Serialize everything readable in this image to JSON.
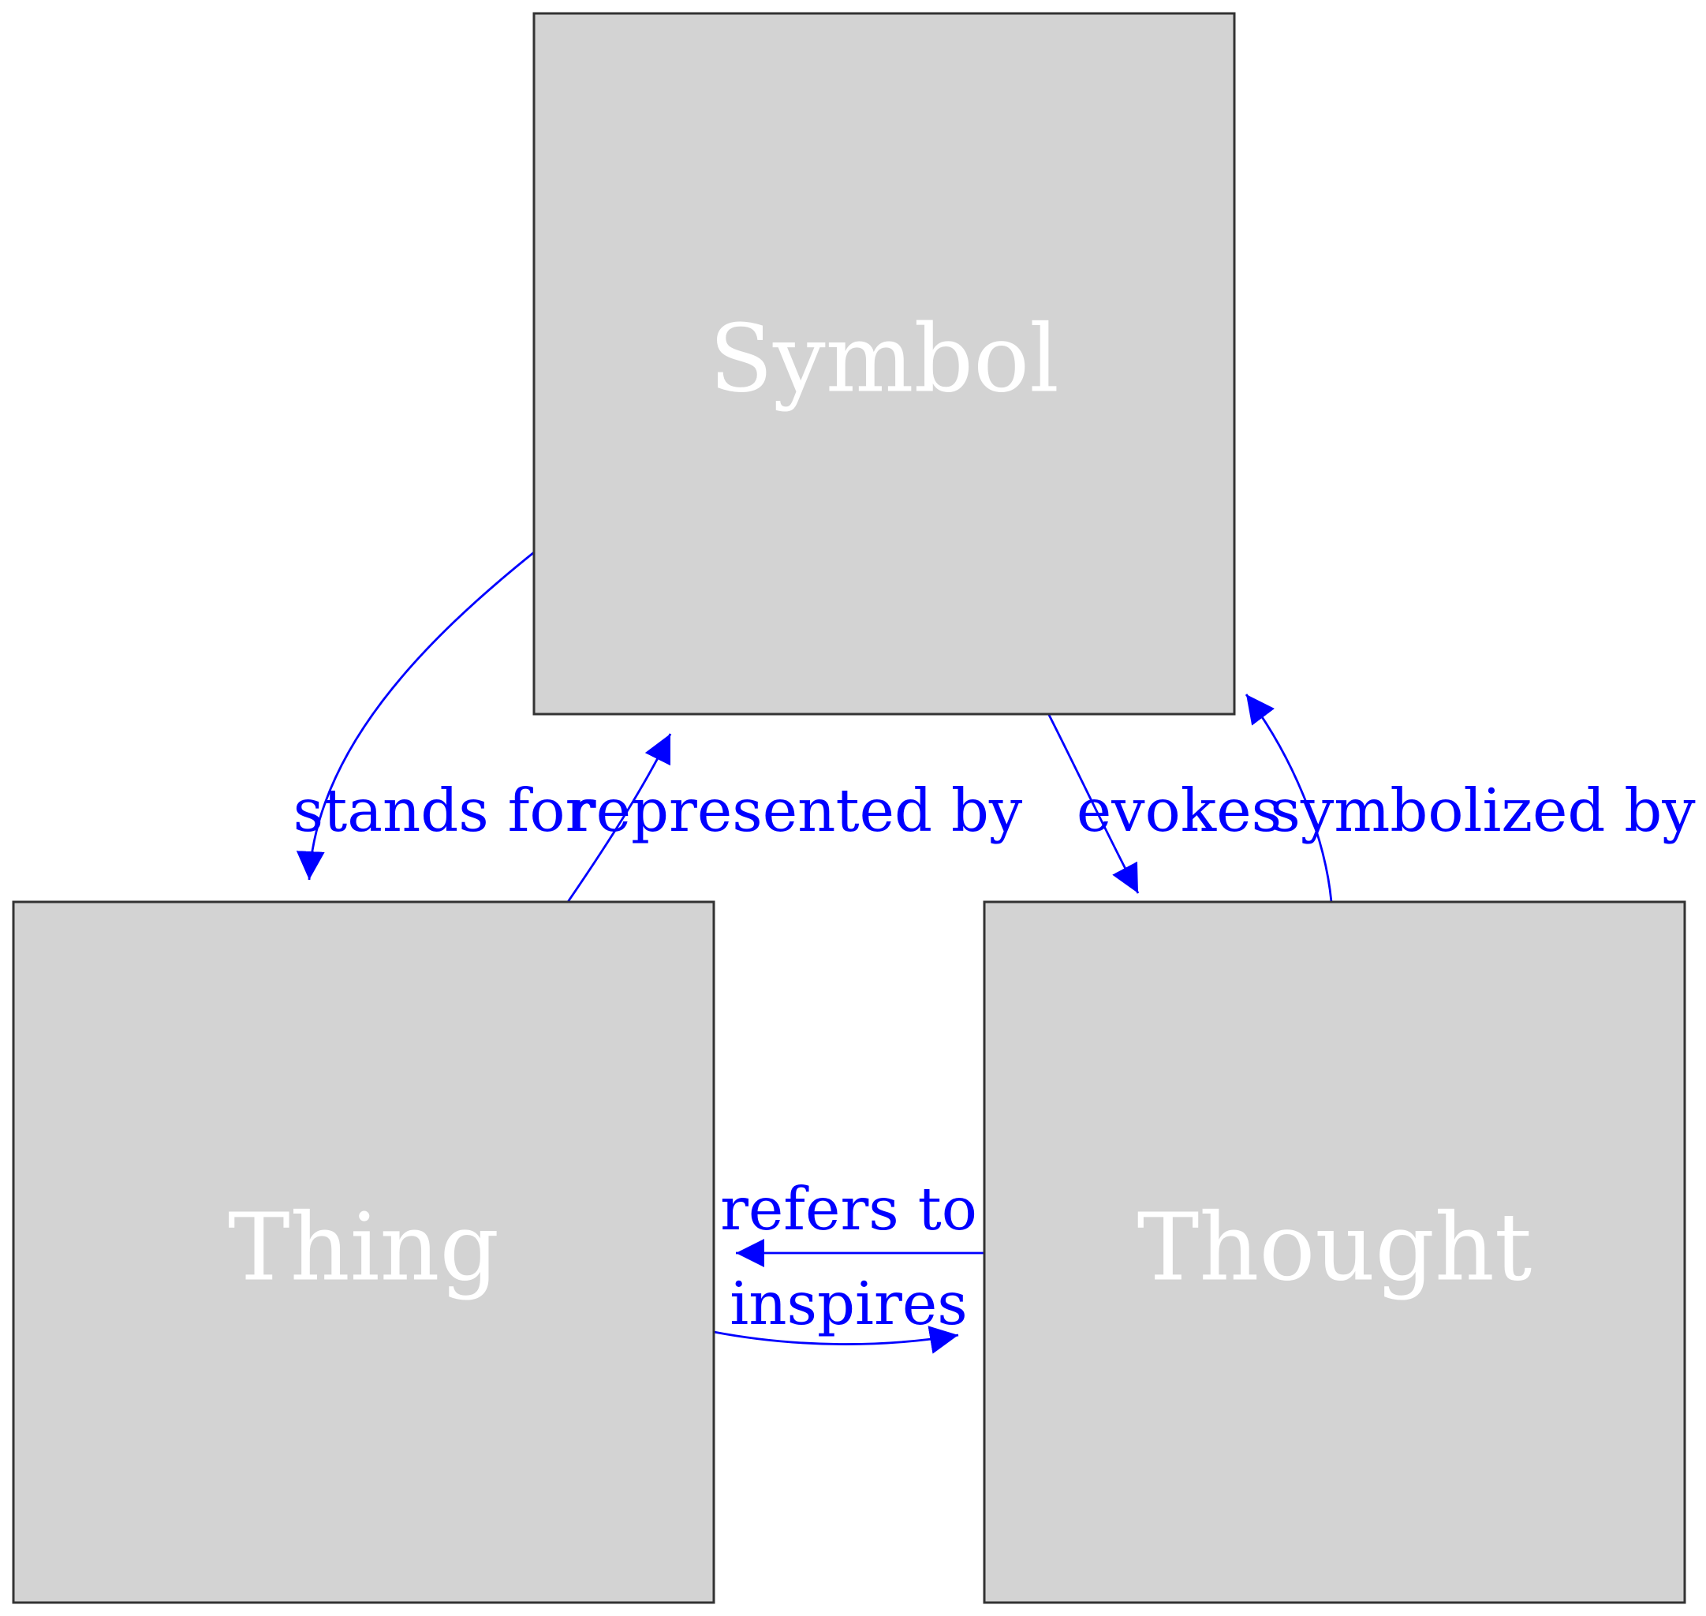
{
  "nodes": {
    "symbol": {
      "label": "Symbol"
    },
    "thing": {
      "label": "Thing"
    },
    "thought": {
      "label": "Thought"
    }
  },
  "edges": {
    "stands_for": {
      "label": "stands for",
      "from": "Symbol",
      "to": "Thing"
    },
    "represented_by": {
      "label": "represented by",
      "from": "Thing",
      "to": "Symbol"
    },
    "evokes": {
      "label": "evokes",
      "from": "Symbol",
      "to": "Thought"
    },
    "symbolized_by": {
      "label": "symbolized by",
      "from": "Thought",
      "to": "Symbol"
    },
    "refers_to": {
      "label": "refers to",
      "from": "Thought",
      "to": "Thing"
    },
    "inspires": {
      "label": "inspires",
      "from": "Thing",
      "to": "Thought"
    }
  },
  "colors": {
    "node_fill": "#d3d3d3",
    "node_border": "#333333",
    "node_text": "#ffffff",
    "edge": "#0000ff"
  }
}
